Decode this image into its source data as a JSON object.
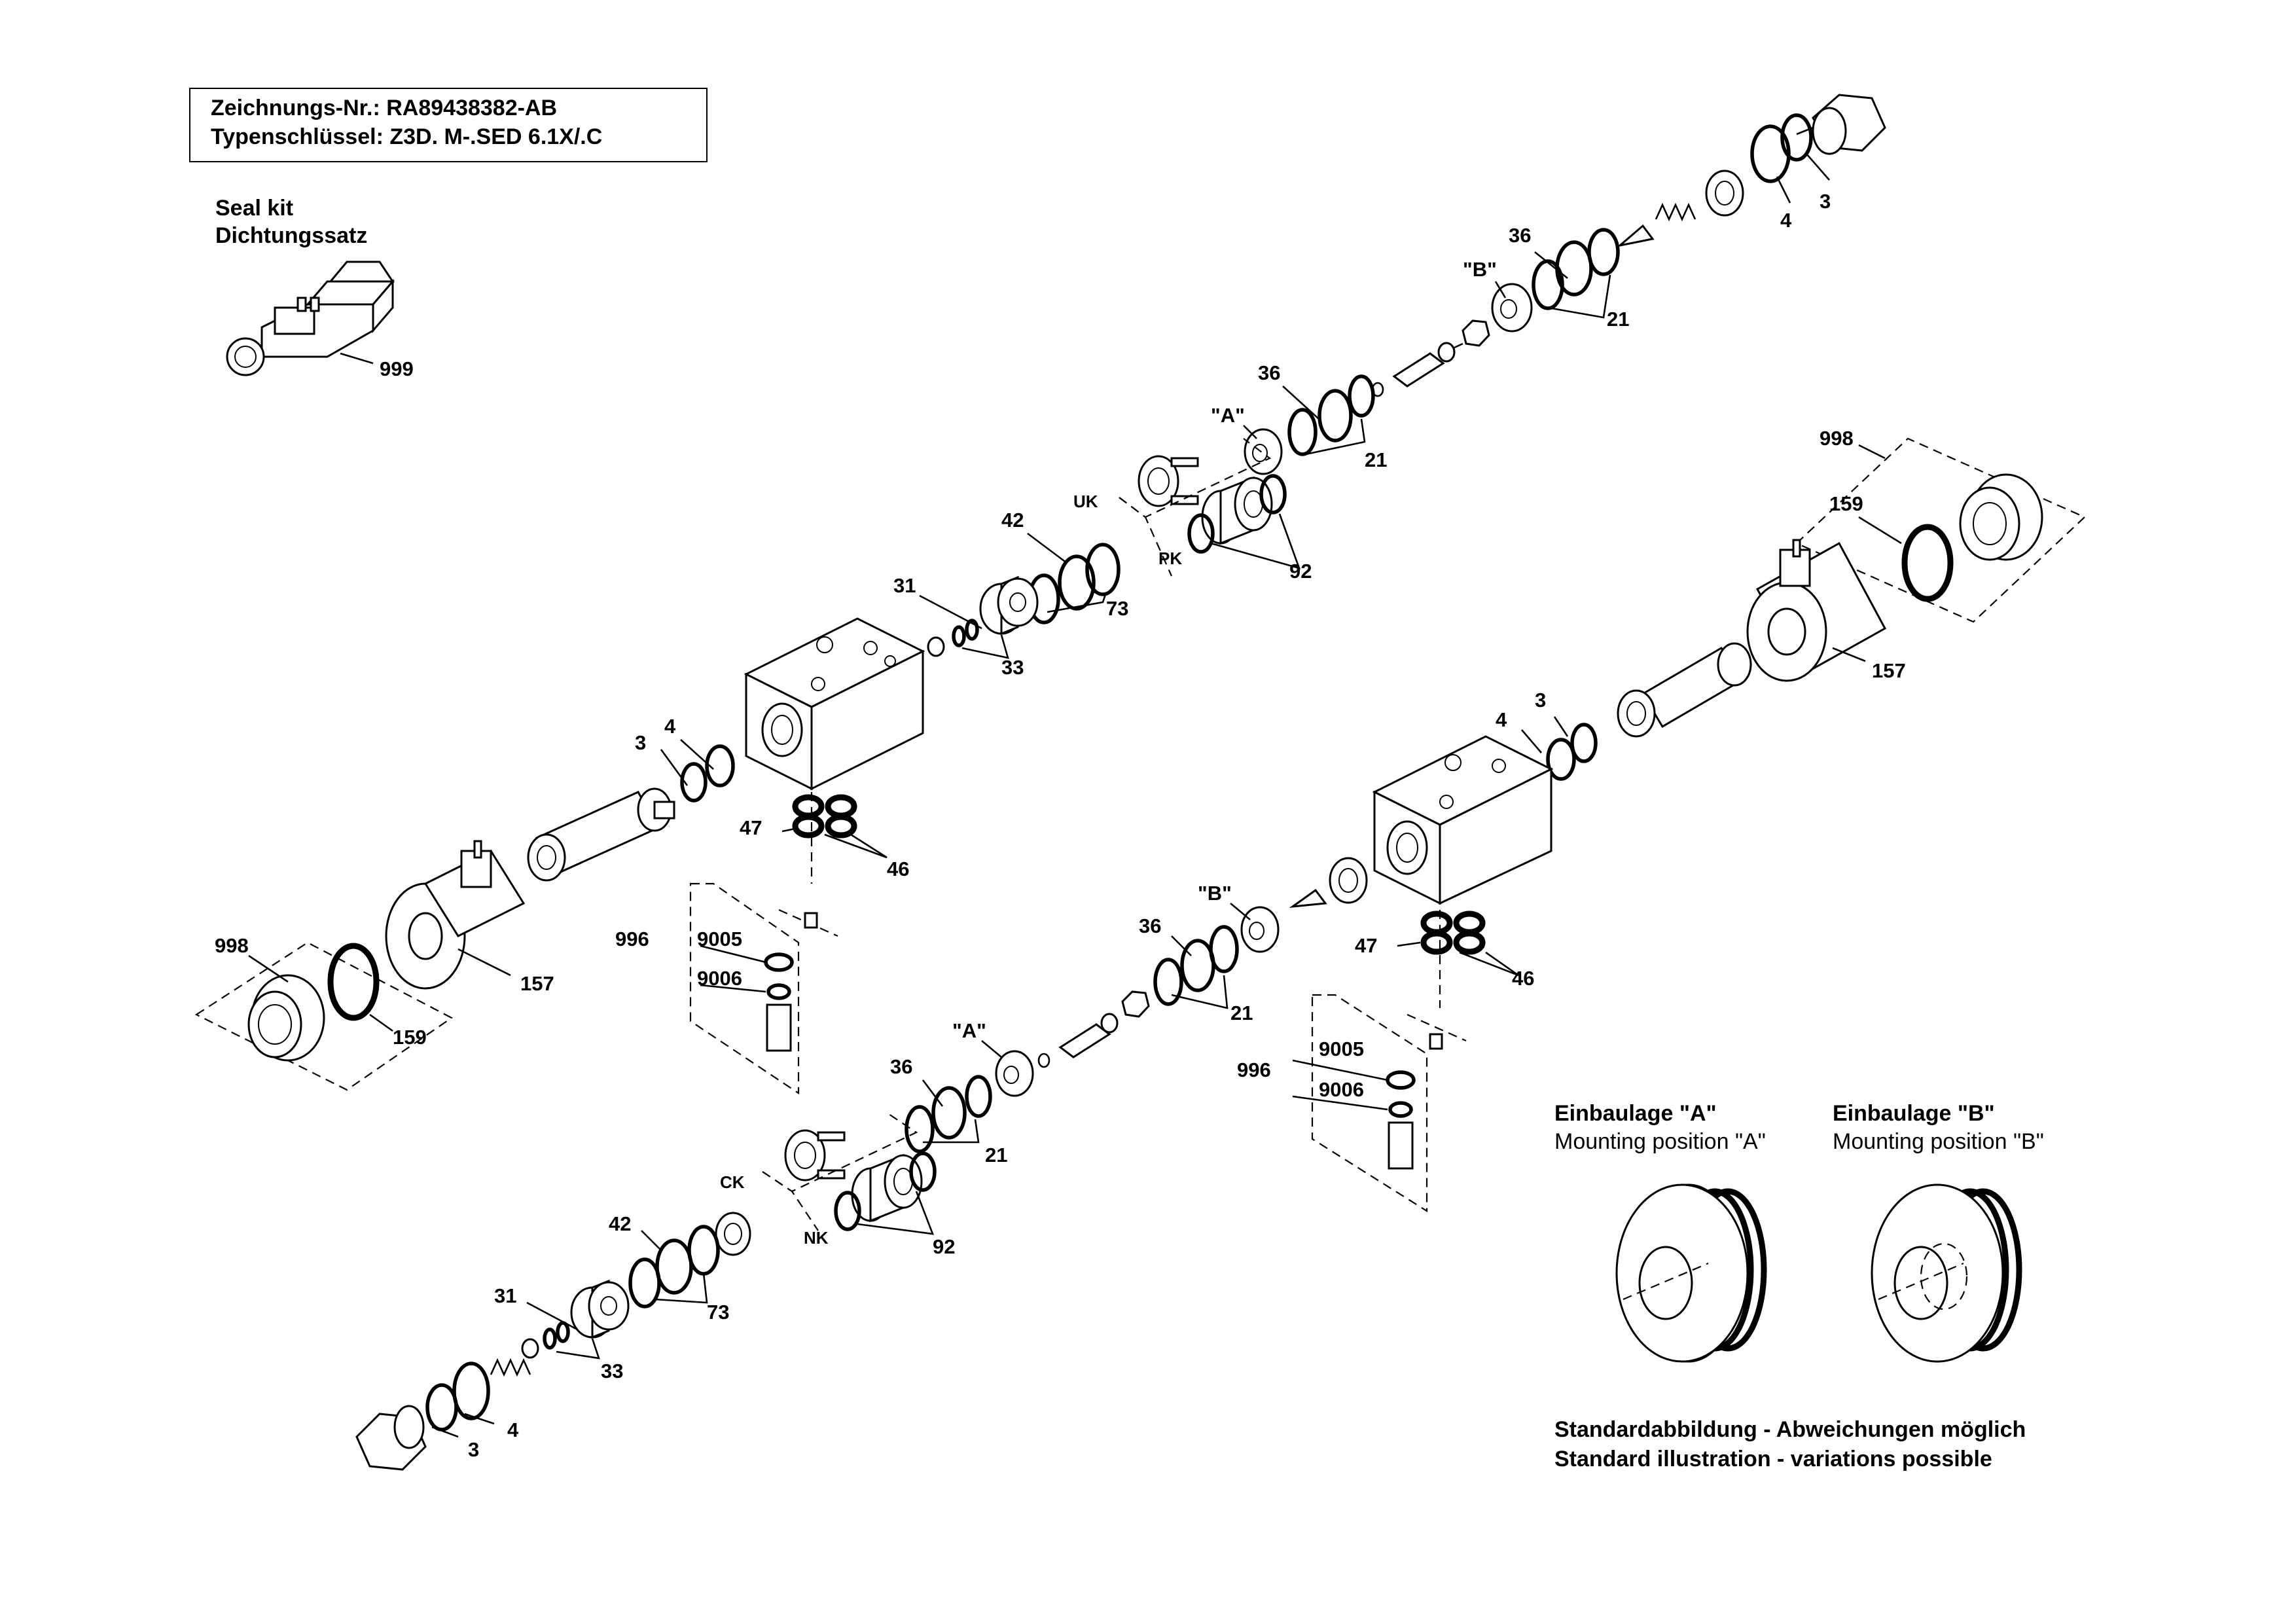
{
  "title_block": {
    "drawing_no": "Zeichnungs-Nr.: RA89438382-AB",
    "type_key": "Typenschlüssel: Z3D. M-.SED 6.1X/.C"
  },
  "seal_kit": {
    "en": "Seal kit",
    "de": "Dichtungssatz",
    "number": "999"
  },
  "mounting_a": {
    "de": "Einbaulage \"A\"",
    "en": "Mounting position \"A\""
  },
  "mounting_b": {
    "de": "Einbaulage \"B\"",
    "en": "Mounting position \"B\""
  },
  "note": {
    "de": "Standardabbildung - Abweichungen möglich",
    "en": "Standard illustration - variations possible"
  },
  "upper_assembly": {
    "labels": [
      "3",
      "4",
      "36",
      "\"B\"",
      "21",
      "36",
      "\"A\"",
      "21",
      "UK",
      "PK",
      "92",
      "42",
      "73",
      "31",
      "33",
      "4",
      "3",
      "47",
      "46",
      "996",
      "9005",
      "9006",
      "998",
      "157",
      "159"
    ]
  },
  "lower_assembly": {
    "labels": [
      "998",
      "159",
      "157",
      "3",
      "4",
      "47",
      "46",
      "\"B\"",
      "36",
      "21",
      "\"A\"",
      "36",
      "21",
      "996",
      "9005",
      "9006",
      "CK",
      "NK",
      "92",
      "42",
      "73",
      "31",
      "33",
      "4",
      "3"
    ]
  }
}
